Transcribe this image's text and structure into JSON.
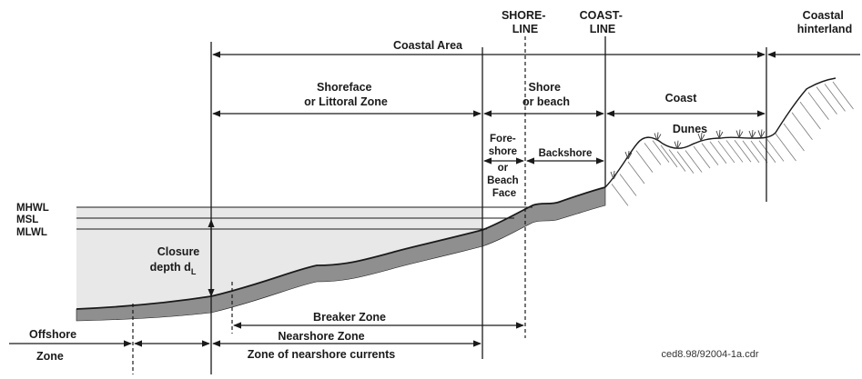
{
  "labels": {
    "shoreline": [
      "SHORE-",
      "LINE"
    ],
    "coastline": [
      "COAST-",
      "LINE"
    ],
    "coastal_hinterland": [
      "Coastal",
      "hinterland"
    ],
    "coastal_area": "Coastal Area",
    "shoreface": [
      "Shoreface",
      "or Littoral Zone"
    ],
    "shore_beach": [
      "Shore",
      "or beach"
    ],
    "coast": "Coast",
    "dunes": "Dunes",
    "foreshore": [
      "Fore-",
      "shore",
      "or",
      "Beach",
      "Face"
    ],
    "backshore": "Backshore",
    "mhwl": "MHWL",
    "msl": "MSL",
    "mlwl": "MLWL",
    "closure_depth": "Closure",
    "closure_depth_2": "depth d",
    "closure_depth_sub": "L",
    "breaker_zone": "Breaker Zone",
    "nearshore_zone": "Nearshore Zone",
    "nearshore_currents": "Zone of nearshore currents",
    "offshore": "Offshore",
    "offshore_zone": "Zone",
    "credit": "ced8.98/92004-1a.cdr"
  },
  "colors": {
    "water": "#e8e8e8",
    "seabed": "#8f8f8f",
    "ink": "#1a1a1a",
    "hatch": "#777777"
  }
}
